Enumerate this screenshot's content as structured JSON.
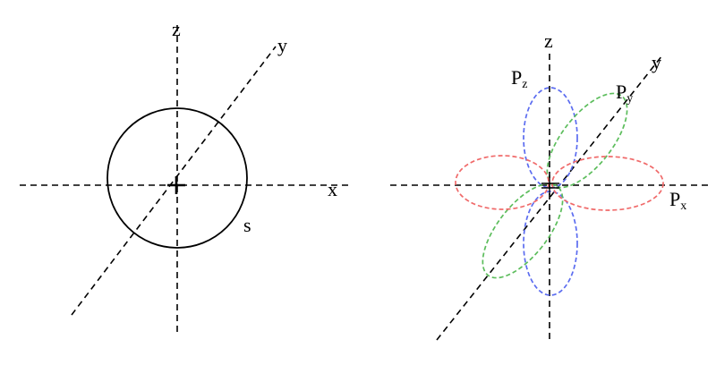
{
  "left_diagram": {
    "axes": {
      "z": "z",
      "y": "y",
      "x": "x"
    },
    "orbital": {
      "label": "s"
    }
  },
  "right_diagram": {
    "axes": {
      "z": "z",
      "y": "y"
    },
    "orbitals": [
      {
        "name": "pz",
        "base": "P",
        "sub": "z",
        "color": "#5b6cf0"
      },
      {
        "name": "py",
        "base": "P",
        "sub": "y",
        "color": "#5cbd5c"
      },
      {
        "name": "px",
        "base": "P",
        "sub": "x",
        "color": "#f06a6a"
      }
    ]
  }
}
